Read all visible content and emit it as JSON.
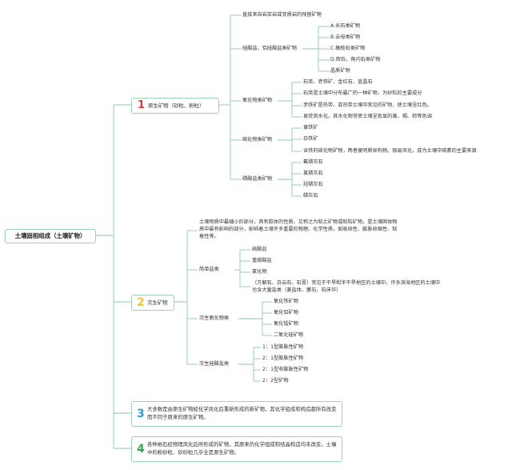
{
  "root": {
    "label": "土壤固相组成（土壤矿物）"
  },
  "b1": {
    "num": "1",
    "label": "原生矿物（砂粒、粉粒）",
    "top_note": "直接来自岩浆岩或变质岩的残留矿物",
    "silicate": {
      "label": "硅酸盐、铝硅酸盐类矿物",
      "items": [
        "A.长石类矿物",
        "B.云母类矿物",
        "C.橄榄石类矿物",
        "D.辉石、角闪石类矿物",
        "晶质矿物"
      ]
    },
    "oxide": {
      "label": "氧化物类矿物",
      "items": [
        "石英、赤铁矿、金红石、蓝晶石",
        "石英是土壤中分布最广的一种矿物，为砂粒的主要成分",
        "赤铁矿是热带、亚热带土壤中常见的矿物，使土壤呈红色。",
        "易受到水化，其水化物常使土壤呈现显的黄、褐、棕等色调"
      ]
    },
    "sulfide": {
      "label": "硫化物类矿物",
      "items": [
        "黄铁矿",
        "白铁矿",
        "含铁的硫化物矿物，两者便同质异构物。极易风化，成为土壤中硫素的主要来源"
      ]
    },
    "phosphate": {
      "label": "磷酸盐类矿物",
      "items": [
        "氟磷灰石",
        "氯磷灰石",
        "羟磷灰石",
        "磷灰石"
      ]
    }
  },
  "b2": {
    "num": "2",
    "label": "次生矿物",
    "intro": "土壤物质中最细小的部分，具有胶体的性质，又称之为粘土矿物或粘粒矿物，是土壤固体物质中最有影响的部分，影响着土壤许多重要的物理、化学性质，如吸收性、膨胀收缩性、粘着性等。",
    "salts": {
      "label": "简单盐类",
      "items": [
        "硫酸盐",
        "重碳酸盐",
        "氯化物",
        "（方解石、白云石、石膏）常见于干旱和半干旱地区的土壤中，许多滨海地区的土壤中也含大量盐类（菱盐体、萎石、石床华）"
      ]
    },
    "oxides": {
      "label": "次生氧化物类",
      "items": [
        "氧化铁矿物",
        "氧化铝矿物",
        "氧化锰矿物",
        "二氧化硅矿物"
      ]
    },
    "silicates": {
      "label": "次生硅酸盐类",
      "items": [
        "1：1型膨胀性矿物",
        "2：1型膨胀性矿物",
        "2：1型非膨胀性矿物",
        "2：2型矿物"
      ]
    }
  },
  "b3": {
    "num": "3",
    "text": "大多数是由原生矿物经化学风化后重新形成的新矿物，其化学组成和构造都所有改变而不同于原来的原生矿物。"
  },
  "b4": {
    "num": "4",
    "text": "各种岩石经物理风化后所形成的矿物，其原来的化学组成和结晶构造均未改变。土壤中的粉砂粒、砂砂粒几乎全是原生矿物。"
  },
  "colors": {
    "line": "#8ec9ad",
    "box_border": "#9fd0b8",
    "num1": "#e8332c",
    "num2": "#f3c13a",
    "num3": "#2f9fd6",
    "num4": "#3da54b"
  }
}
